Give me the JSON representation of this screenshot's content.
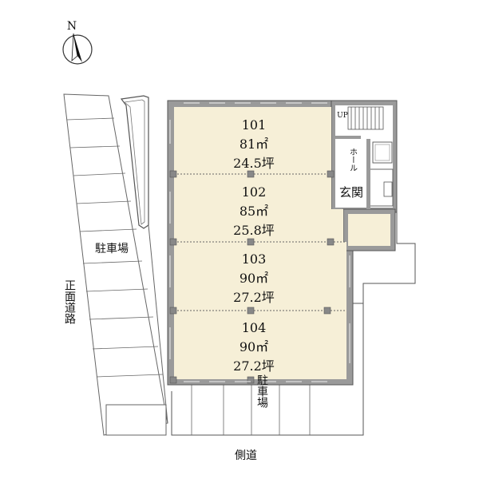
{
  "compass": {
    "north_label": "N"
  },
  "units": [
    {
      "number": "101",
      "area_m2": "81㎡",
      "area_tsubo": "24.5坪"
    },
    {
      "number": "102",
      "area_m2": "85㎡",
      "area_tsubo": "25.8坪"
    },
    {
      "number": "103",
      "area_m2": "90㎡",
      "area_tsubo": "27.2坪"
    },
    {
      "number": "104",
      "area_m2": "90㎡",
      "area_tsubo": "27.2坪"
    }
  ],
  "labels": {
    "parking_left": "駐車場",
    "parking_bottom": "駐車場",
    "front_road": "正面道路",
    "side_road": "側道",
    "hall": "ホール",
    "entrance": "玄関",
    "up": "UP"
  },
  "colors": {
    "unit_fill": "#f6efd7",
    "wall": "#9a9a9a",
    "wall_stroke": "#6a6a6a",
    "line": "#666666"
  }
}
